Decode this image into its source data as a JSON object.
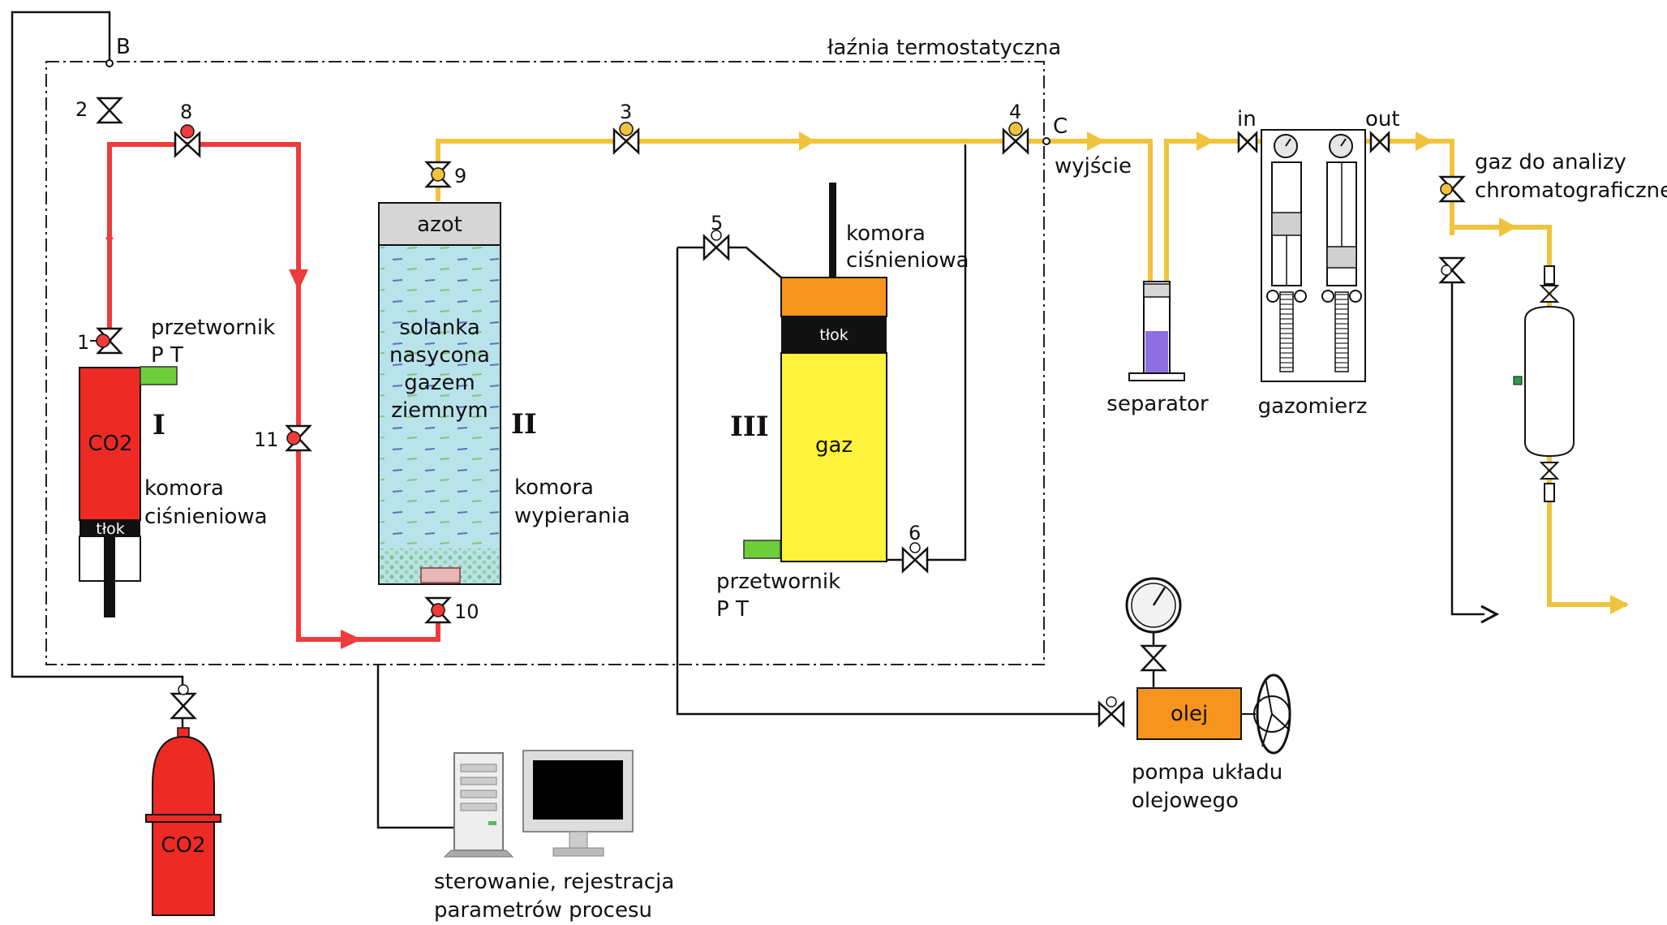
{
  "labels": {
    "bath": "łaźnia termostatyczna",
    "point_b": "B",
    "point_c": "C",
    "outlet": "wyjście",
    "nitrogen": "azot",
    "brine_1": "solanka",
    "brine_2": "nasycona",
    "brine_3": "gazem",
    "brine_4": "ziemnym",
    "co2_chamber": "CO2",
    "co2_cylinder": "CO2",
    "piston_1": "tłok",
    "piston_3": "tłok",
    "gas": "gaz",
    "oil": "olej",
    "transducer1_1": "przetwornik",
    "transducer1_2": "P T",
    "transducer3_1": "przetwornik",
    "transducer3_2": "P T",
    "press_chamber1_1": "komora",
    "press_chamber1_2": "ciśnieniowa",
    "press_chamber3_1": "komora",
    "press_chamber3_2": "ciśnieniowa",
    "displace_1": "komora",
    "displace_2": "wypierania",
    "separator": "separator",
    "gas_meter": "gazomierz",
    "meter_in": "in",
    "meter_out": "out",
    "chroma_1": "gaz do analizy",
    "chroma_2": "chromatograficznej",
    "pump_1": "pompa układu",
    "pump_2": "olejowego",
    "control_1": "sterowanie, rejestracja",
    "control_2": "parametrów procesu",
    "roman_1": "I",
    "roman_2": "II",
    "roman_3": "III"
  },
  "valves": {
    "v1": "1",
    "v2": "2",
    "v3": "3",
    "v4": "4",
    "v5": "5",
    "v6": "6",
    "v8": "8",
    "v9": "9",
    "v10": "10",
    "v11": "11"
  },
  "colors": {
    "co2_line": "#ef3b3b",
    "gas_line": "#f0c33c",
    "co2_vessel": "#ee2a24",
    "brine": "#b8e3ea",
    "nitrogen": "#d6d6d6",
    "oil": "#f7941d",
    "gas_vessel": "#fff23a",
    "transducer": "#6ccf3a",
    "separator_liquid": "#8c6fe0"
  }
}
